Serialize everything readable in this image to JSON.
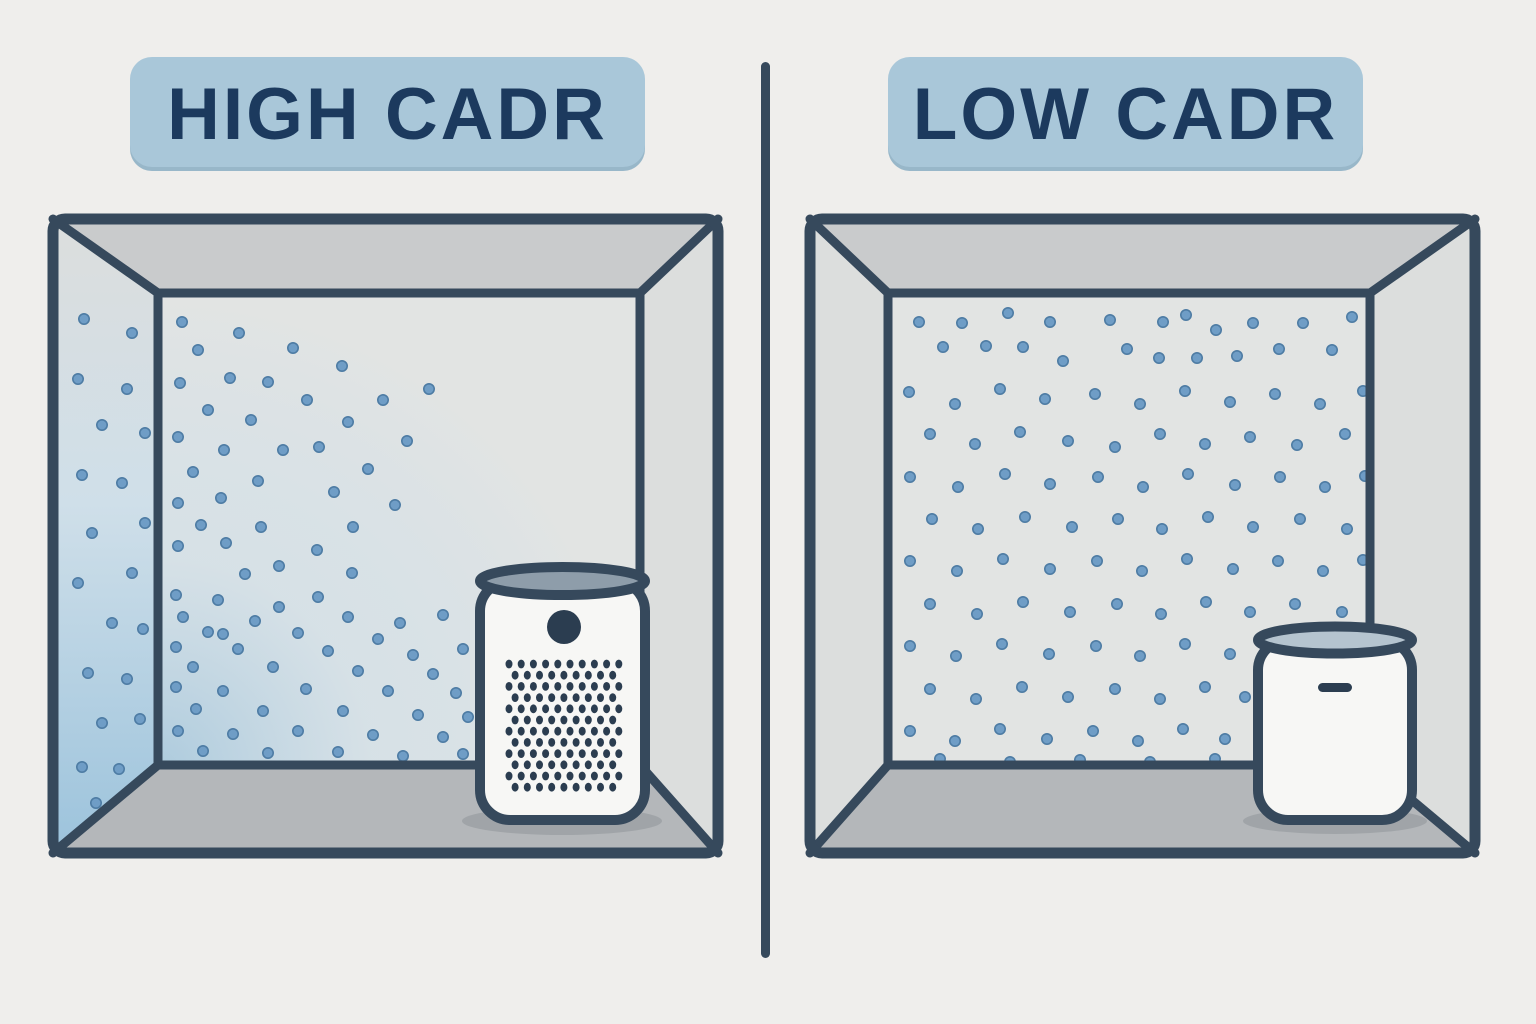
{
  "title": "HIGH CADR vs LOW CADR air purifier comparison",
  "colors": {
    "bg": "#efeeec",
    "label_bg": "#a9c7d9",
    "label_text": "#1c3a5e",
    "outline": "#36495c",
    "ceiling": "#c9cbcc",
    "side_wall": "#dcdedd",
    "back_wall": "#e2e4e3",
    "floor": "#b4b7ba",
    "clean_air_strong": "#9cc3dc",
    "clean_air_soft": "#cfdfe9",
    "particle": "#6f9dc6",
    "particle_edge": "#4e7ca4",
    "purifier_body": "#f7f7f5",
    "purifier_top_dark": "#8e9daa",
    "purifier_top_light": "#b5c4cf",
    "grille": "#2b3d50",
    "shadow": "#878d93"
  },
  "panels": [
    {
      "id": "high-cadr",
      "label": "HIGH CADR",
      "purifier_style": "grille-front-with-power-button",
      "particles": {
        "left_wall": [
          [
            41,
            110
          ],
          [
            89,
            124
          ],
          [
            35,
            170
          ],
          [
            84,
            180
          ],
          [
            59,
            216
          ],
          [
            102,
            224
          ],
          [
            39,
            266
          ],
          [
            79,
            274
          ],
          [
            102,
            314
          ],
          [
            49,
            324
          ],
          [
            89,
            364
          ],
          [
            35,
            374
          ],
          [
            69,
            414
          ],
          [
            100,
            420
          ],
          [
            45,
            464
          ],
          [
            84,
            470
          ],
          [
            59,
            514
          ],
          [
            97,
            510
          ],
          [
            39,
            558
          ],
          [
            76,
            560
          ],
          [
            53,
            594
          ]
        ],
        "back_wall": [
          [
            139,
            113
          ],
          [
            196,
            124
          ],
          [
            155,
            141
          ],
          [
            250,
            139
          ],
          [
            299,
            157
          ],
          [
            137,
            174
          ],
          [
            187,
            169
          ],
          [
            225,
            173
          ],
          [
            386,
            180
          ],
          [
            340,
            191
          ],
          [
            264,
            191
          ],
          [
            165,
            201
          ],
          [
            208,
            211
          ],
          [
            305,
            213
          ],
          [
            135,
            228
          ],
          [
            364,
            232
          ],
          [
            181,
            241
          ],
          [
            240,
            241
          ],
          [
            276,
            238
          ],
          [
            325,
            260
          ],
          [
            150,
            263
          ],
          [
            215,
            272
          ],
          [
            291,
            283
          ],
          [
            178,
            289
          ],
          [
            135,
            294
          ],
          [
            352,
            296
          ],
          [
            158,
            316
          ],
          [
            218,
            318
          ],
          [
            310,
            318
          ],
          [
            135,
            337
          ],
          [
            183,
            334
          ],
          [
            274,
            341
          ],
          [
            236,
            357
          ],
          [
            202,
            365
          ],
          [
            309,
            364
          ],
          [
            133,
            386
          ],
          [
            175,
            391
          ],
          [
            275,
            388
          ],
          [
            236,
            398
          ],
          [
            140,
            408
          ],
          [
            212,
            412
          ],
          [
            305,
            408
          ],
          [
            357,
            414
          ],
          [
            400,
            406
          ],
          [
            165,
            423
          ],
          [
            255,
            424
          ],
          [
            335,
            430
          ],
          [
            180,
            425
          ],
          [
            133,
            438
          ],
          [
            195,
            440
          ],
          [
            285,
            442
          ],
          [
            370,
            446
          ],
          [
            420,
            440
          ],
          [
            150,
            458
          ],
          [
            230,
            458
          ],
          [
            315,
            462
          ],
          [
            390,
            465
          ],
          [
            133,
            478
          ],
          [
            180,
            482
          ],
          [
            263,
            480
          ],
          [
            345,
            482
          ],
          [
            413,
            484
          ],
          [
            153,
            500
          ],
          [
            220,
            502
          ],
          [
            300,
            502
          ],
          [
            375,
            506
          ],
          [
            425,
            508
          ],
          [
            135,
            522
          ],
          [
            190,
            525
          ],
          [
            255,
            522
          ],
          [
            330,
            526
          ],
          [
            400,
            528
          ],
          [
            160,
            542
          ],
          [
            225,
            544
          ],
          [
            295,
            543
          ],
          [
            360,
            547
          ],
          [
            420,
            545
          ]
        ]
      }
    },
    {
      "id": "low-cadr",
      "label": "LOW CADR",
      "purifier_style": "plain-front-with-vent-slot",
      "particles": {
        "left_wall": [],
        "back_wall": [
          [
            119,
            113
          ],
          [
            162,
            114
          ],
          [
            208,
            104
          ],
          [
            250,
            113
          ],
          [
            310,
            111
          ],
          [
            363,
            113
          ],
          [
            386,
            106
          ],
          [
            416,
            121
          ],
          [
            453,
            114
          ],
          [
            503,
            114
          ],
          [
            552,
            108
          ],
          [
            143,
            138
          ],
          [
            186,
            137
          ],
          [
            223,
            138
          ],
          [
            263,
            152
          ],
          [
            327,
            140
          ],
          [
            359,
            149
          ],
          [
            397,
            149
          ],
          [
            437,
            147
          ],
          [
            479,
            140
          ],
          [
            532,
            141
          ],
          [
            109,
            183
          ],
          [
            155,
            195
          ],
          [
            200,
            180
          ],
          [
            245,
            190
          ],
          [
            295,
            185
          ],
          [
            340,
            195
          ],
          [
            385,
            182
          ],
          [
            430,
            193
          ],
          [
            475,
            185
          ],
          [
            520,
            195
          ],
          [
            563,
            182
          ],
          [
            130,
            225
          ],
          [
            175,
            235
          ],
          [
            220,
            223
          ],
          [
            268,
            232
          ],
          [
            315,
            238
          ],
          [
            360,
            225
          ],
          [
            405,
            235
          ],
          [
            450,
            228
          ],
          [
            497,
            236
          ],
          [
            545,
            225
          ],
          [
            110,
            268
          ],
          [
            158,
            278
          ],
          [
            205,
            265
          ],
          [
            250,
            275
          ],
          [
            298,
            268
          ],
          [
            343,
            278
          ],
          [
            388,
            265
          ],
          [
            435,
            276
          ],
          [
            480,
            268
          ],
          [
            525,
            278
          ],
          [
            565,
            267
          ],
          [
            132,
            310
          ],
          [
            178,
            320
          ],
          [
            225,
            308
          ],
          [
            272,
            318
          ],
          [
            318,
            310
          ],
          [
            362,
            320
          ],
          [
            408,
            308
          ],
          [
            453,
            318
          ],
          [
            500,
            310
          ],
          [
            547,
            320
          ],
          [
            110,
            352
          ],
          [
            157,
            362
          ],
          [
            203,
            350
          ],
          [
            250,
            360
          ],
          [
            297,
            352
          ],
          [
            342,
            362
          ],
          [
            387,
            350
          ],
          [
            433,
            360
          ],
          [
            478,
            352
          ],
          [
            523,
            362
          ],
          [
            563,
            351
          ],
          [
            130,
            395
          ],
          [
            177,
            405
          ],
          [
            223,
            393
          ],
          [
            270,
            403
          ],
          [
            317,
            395
          ],
          [
            361,
            405
          ],
          [
            406,
            393
          ],
          [
            450,
            403
          ],
          [
            495,
            395
          ],
          [
            542,
            403
          ],
          [
            110,
            437
          ],
          [
            156,
            447
          ],
          [
            202,
            435
          ],
          [
            249,
            445
          ],
          [
            296,
            437
          ],
          [
            340,
            447
          ],
          [
            385,
            435
          ],
          [
            430,
            445
          ],
          [
            130,
            480
          ],
          [
            176,
            490
          ],
          [
            222,
            478
          ],
          [
            268,
            488
          ],
          [
            315,
            480
          ],
          [
            360,
            490
          ],
          [
            405,
            478
          ],
          [
            445,
            488
          ],
          [
            110,
            522
          ],
          [
            155,
            532
          ],
          [
            200,
            520
          ],
          [
            247,
            530
          ],
          [
            293,
            522
          ],
          [
            338,
            532
          ],
          [
            383,
            520
          ],
          [
            425,
            530
          ],
          [
            140,
            550
          ],
          [
            210,
            553
          ],
          [
            280,
            551
          ],
          [
            350,
            553
          ],
          [
            415,
            550
          ]
        ]
      }
    }
  ]
}
